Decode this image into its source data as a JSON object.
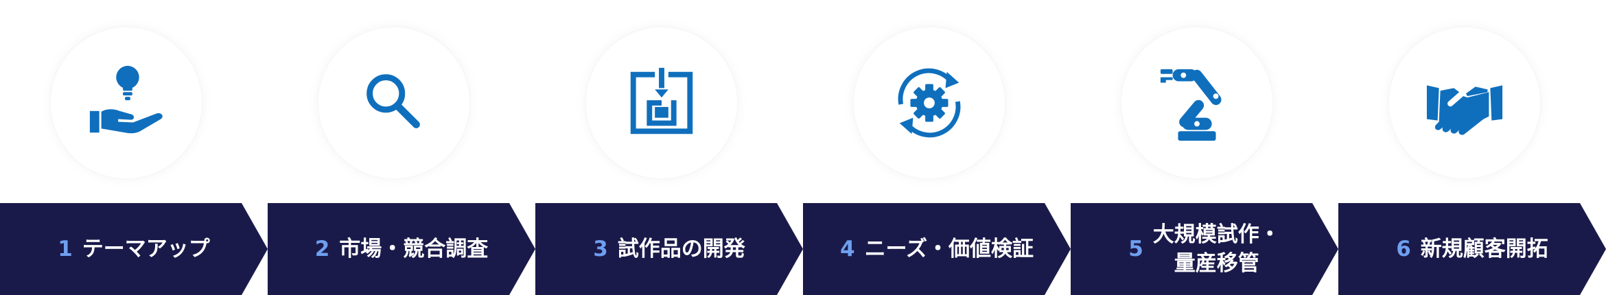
{
  "colors": {
    "banner": "#1a1a4a",
    "icon": "#0f6fbd",
    "number": "#6f9ff0"
  },
  "steps": [
    {
      "number": "1",
      "lines": [
        "テーマアップ"
      ],
      "icon": "lightbulb-hand-icon"
    },
    {
      "number": "2",
      "lines": [
        "市場・競合調査"
      ],
      "icon": "magnifier-icon"
    },
    {
      "number": "3",
      "lines": [
        "試作品の開発"
      ],
      "icon": "prototype-frame-icon"
    },
    {
      "number": "4",
      "lines": [
        "ニーズ・価値検証"
      ],
      "icon": "gear-cycle-icon"
    },
    {
      "number": "5",
      "lines": [
        "大規模試作・",
        "量産移管"
      ],
      "icon": "robot-arm-icon"
    },
    {
      "number": "6",
      "lines": [
        "新規顧客開拓"
      ],
      "icon": "handshake-icon"
    }
  ]
}
